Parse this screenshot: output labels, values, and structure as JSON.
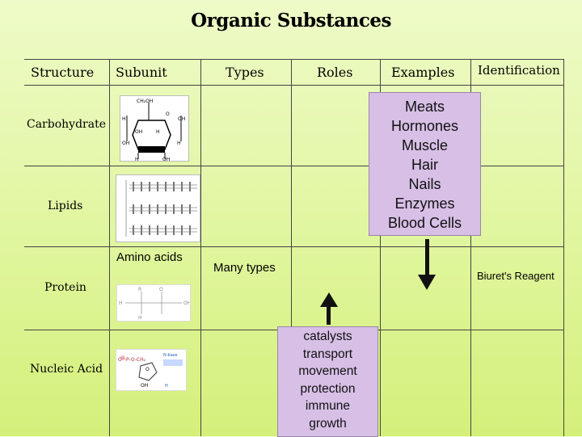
{
  "title": "Organic Substances",
  "headers": {
    "structure": "Structure",
    "subunit": "Subunit",
    "types": "Types",
    "roles": "Roles",
    "examples": "Examples",
    "identification": "Identification"
  },
  "rows": {
    "carbohydrate": "Carbohydrate",
    "lipids": "Lipids",
    "protein": "Protein",
    "nucleic_acid": "Nucleic Acid"
  },
  "protein": {
    "subunit": "Amino acids",
    "types": "Many types",
    "identification": "Biuret's Reagent"
  },
  "examples_box": [
    "Meats",
    "Hormones",
    "Muscle",
    "Hair",
    "Nails",
    "Enzymes",
    "Blood Cells"
  ],
  "roles_box": [
    "catalysts",
    "transport",
    "movement",
    "protection",
    "immune",
    "growth"
  ]
}
